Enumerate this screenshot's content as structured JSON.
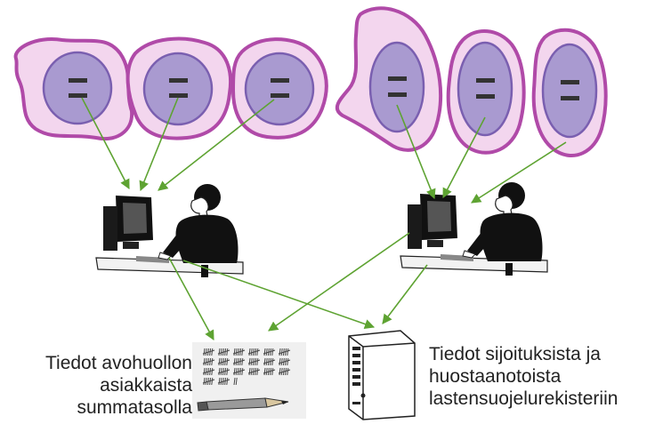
{
  "colors": {
    "cell_fill": "#f3d6ee",
    "cell_outline": "#b04aa8",
    "nucleus_fill": "#a99ad0",
    "nucleus_outline": "#7a5fb0",
    "mark": "#333333",
    "arrow": "#5ea332",
    "text": "#222222"
  },
  "icons": {
    "person_left": "person-at-computer-icon",
    "person_right": "person-at-computer-icon",
    "tally_sheet": "tally-sheet-icon",
    "server": "server-tower-icon"
  },
  "captions": {
    "left": [
      "Tiedot avohuollon",
      "asiakkaista",
      "summatasolla"
    ],
    "right": [
      "Tiedot sijoituksista ja",
      "huostaanotoista",
      "lastensuojelurekisteriin"
    ]
  }
}
